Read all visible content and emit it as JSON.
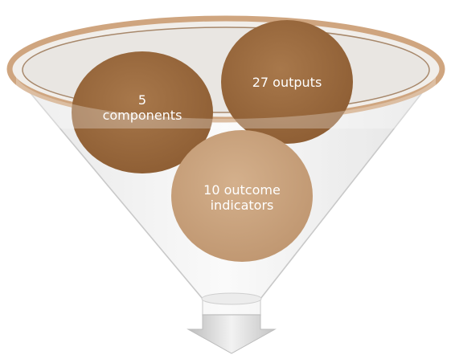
{
  "diagram": {
    "type": "funnel",
    "items": [
      {
        "label": "5\ncomponents"
      },
      {
        "label": "27 outputs"
      },
      {
        "label": "10 outcome\nindicators"
      }
    ],
    "colors": {
      "dark_circle": "#9a6a3f",
      "light_circle": "#c9a47e",
      "funnel_rim": "#cfa57f",
      "arrow": "#d9d9d9"
    }
  }
}
